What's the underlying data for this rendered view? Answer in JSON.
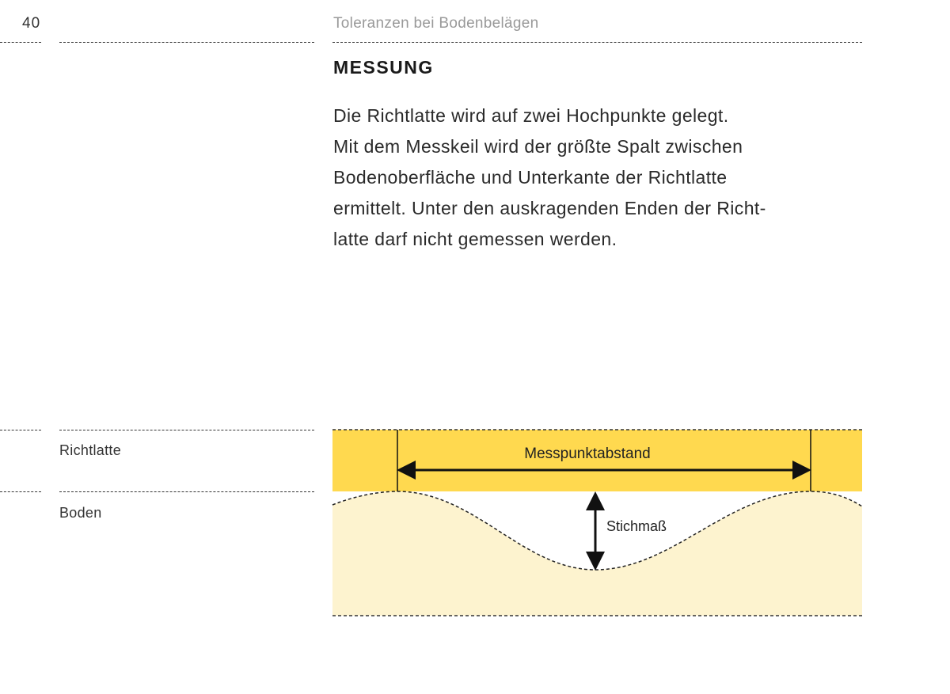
{
  "header": {
    "page_number": "40",
    "running_title": "Toleranzen bei Bodenbelägen"
  },
  "section": {
    "title": "MESSUNG",
    "paragraph_lines": [
      "Die Richtlatte wird auf zwei Hochpunkte gelegt.",
      "Mit dem Messkeil wird der größte Spalt zwischen",
      "Bodenoberfläche und Unterkante der Richtlatte",
      "ermittelt. Unter den auskragenden Enden der Richt-",
      "latte darf nicht gemessen werden."
    ]
  },
  "diagram": {
    "legend": {
      "straightedge": "Richtlatte",
      "floor": "Boden"
    },
    "measurement_span_label": "Messpunktabstand",
    "gap_label": "Stichmaß",
    "colors": {
      "straightedge": "#FFD94F",
      "floor": "#FDF3CF",
      "lines": "#111111"
    }
  }
}
